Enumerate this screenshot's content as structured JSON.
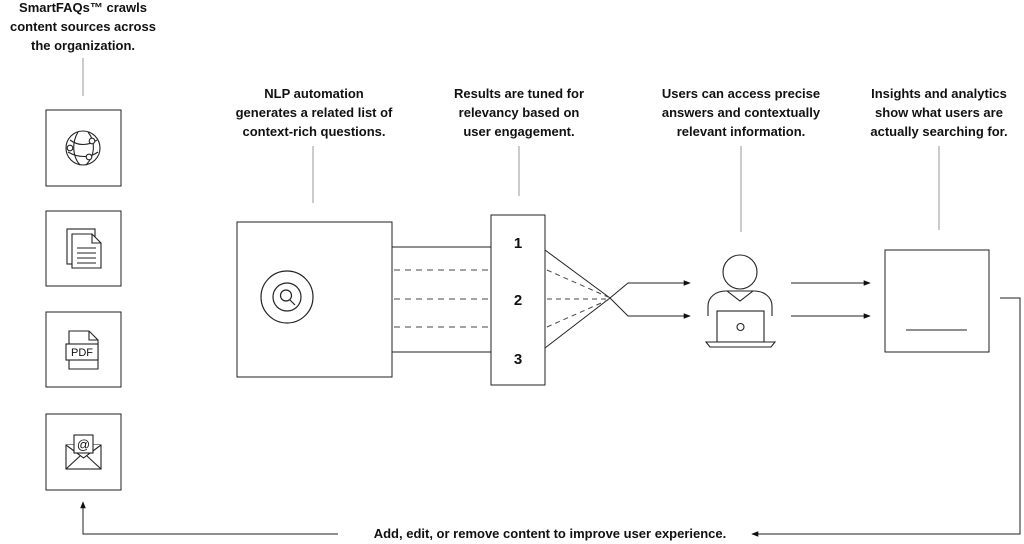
{
  "captions": {
    "crawl": "SmartFAQs™ crawls\ncontent sources across\nthe organization.",
    "nlp": "NLP automation\ngenerates a related list of\ncontext-rich questions.",
    "tuning": "Results are tuned for\nrelevancy based on\nuser engagement.",
    "users": "Users can access precise\nanswers and contextually\nrelevant information.",
    "insights": "Insights and analytics\nshow what users are\nactually searching for."
  },
  "sources": [
    {
      "icon": "globe-icon"
    },
    {
      "icon": "document-icon"
    },
    {
      "icon": "pdf-file-icon",
      "label": "PDF"
    },
    {
      "icon": "email-icon",
      "label": "@"
    }
  ],
  "ranking": [
    "1",
    "2",
    "3"
  ],
  "nlp_icon": "search-target-icon",
  "user_icon": "user-laptop-icon",
  "footer": "Add, edit, or remove content to improve user experience."
}
